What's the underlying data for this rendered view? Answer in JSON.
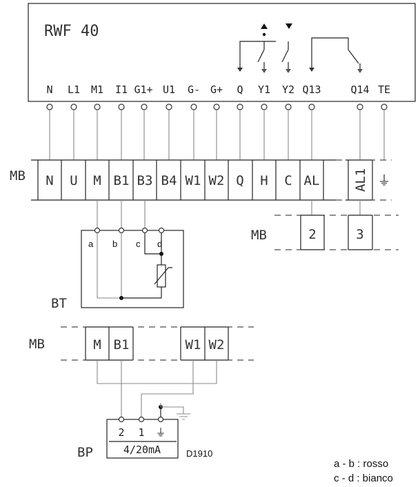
{
  "controller": {
    "title": "RWF 40",
    "terminals": [
      "N",
      "L1",
      "M1",
      "I1",
      "G1+",
      "U1",
      "G-",
      "G+",
      "Q",
      "Y1",
      "Y2",
      "Q13",
      "Q14",
      "TE"
    ]
  },
  "terminal_block": {
    "label": "MB",
    "cells": [
      "N",
      "U",
      "M",
      "B1",
      "B3",
      "B4",
      "W1",
      "W2",
      "Q",
      "H",
      "C",
      "AL",
      "AL1",
      "⏚"
    ]
  },
  "alarm_block": {
    "label": "MB",
    "cells": [
      "2",
      "3"
    ]
  },
  "sensor_bt": {
    "label": "BT",
    "wires": [
      "a",
      "b",
      "c",
      "d"
    ]
  },
  "sensor_block": {
    "label": "MB",
    "cells": [
      "M",
      "B1",
      "W1",
      "W2"
    ]
  },
  "transducer_bp": {
    "label": "BP",
    "terminals": [
      "2",
      "1",
      "⏚"
    ],
    "signal": "4/20mA"
  },
  "drawing_code": "D1910",
  "legend": {
    "line1": "a - b : rosso",
    "line2": "c - d : bianco"
  }
}
